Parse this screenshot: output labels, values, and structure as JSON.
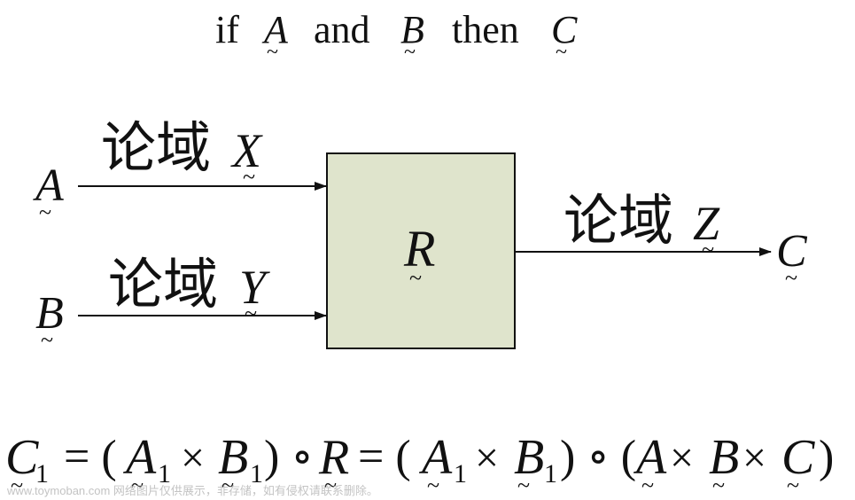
{
  "rule": {
    "if_word": "if",
    "a": "A",
    "and_word": "and",
    "b": "B",
    "then_word": "then",
    "c": "C"
  },
  "inputs": {
    "a_label": "A",
    "a_domain_text": "论域",
    "a_domain_var": "X",
    "b_label": "B",
    "b_domain_text": "论域",
    "b_domain_var": "Y"
  },
  "relation": {
    "label": "R",
    "fill_color": "#dfe4cc",
    "border_color": "#111111"
  },
  "output": {
    "domain_text": "论域",
    "domain_var": "Z",
    "label": "C"
  },
  "formula": {
    "c1": "C",
    "sub1": "1",
    "eq1": "= (",
    "a1": "A",
    "sub2": "1",
    "times1": "×",
    "b1": "B",
    "sub3": "1",
    "close1": ") ∘",
    "r": "R",
    "eq2": "= (",
    "a2": "A",
    "sub4": "1",
    "times2": "×",
    "b2": "B",
    "sub5": "1",
    "close2": ") ∘ (",
    "a3": "A",
    "times3": "×",
    "b3": "B",
    "times4": "×",
    "c2": "C",
    "close3": ")"
  },
  "watermark": {
    "text": "www.toymoban.com 网络图片仅供展示，非存储，如有侵权请联系删除。"
  }
}
